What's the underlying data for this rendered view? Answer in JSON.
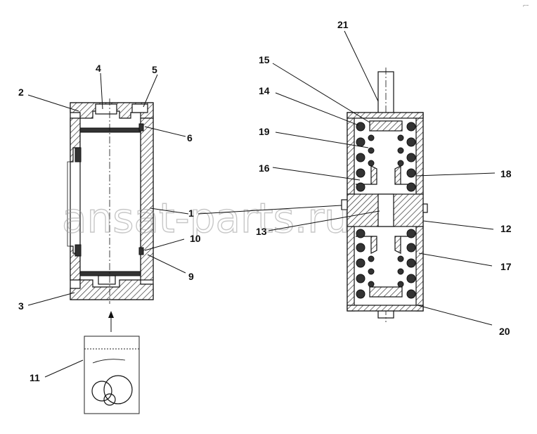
{
  "callouts": [
    {
      "id": "1",
      "text": "1"
    },
    {
      "id": "2",
      "text": "2"
    },
    {
      "id": "3",
      "text": "3"
    },
    {
      "id": "4",
      "text": "4"
    },
    {
      "id": "5",
      "text": "5"
    },
    {
      "id": "6",
      "text": "6"
    },
    {
      "id": "9",
      "text": "9"
    },
    {
      "id": "10",
      "text": "10"
    },
    {
      "id": "11",
      "text": "11"
    },
    {
      "id": "12",
      "text": "12"
    },
    {
      "id": "13",
      "text": "13"
    },
    {
      "id": "14",
      "text": "14"
    },
    {
      "id": "15",
      "text": "15"
    },
    {
      "id": "16",
      "text": "16"
    },
    {
      "id": "17",
      "text": "17"
    },
    {
      "id": "18",
      "text": "18"
    },
    {
      "id": "19",
      "text": "19"
    },
    {
      "id": "20",
      "text": "20"
    },
    {
      "id": "21",
      "text": "21"
    }
  ],
  "watermark": "ansat-parts.ru",
  "corner_mark": "⌐~",
  "colors": {
    "line": "#111111",
    "watermark": "#9a9a9a",
    "background": "#ffffff"
  }
}
